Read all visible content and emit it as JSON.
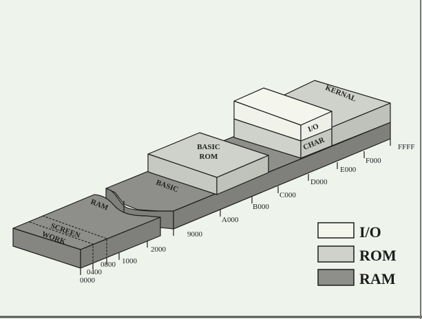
{
  "colors": {
    "io": "#f4f6ee",
    "rom": "#cfd1cb",
    "ram": "#8e8f8a",
    "background": "#eef3ec"
  },
  "blocks": {
    "ram": "RAM",
    "screen": "SCREEN",
    "work": "WORK",
    "basic": "BASIC",
    "basic_rom_line1": "BASIC",
    "basic_rom_line2": "ROM",
    "kernal": "KERNAL",
    "io": "I/O",
    "char": "CHAR"
  },
  "addresses": [
    "0000",
    "0400",
    "0800",
    "1000",
    "2000",
    "9000",
    "A000",
    "B000",
    "C000",
    "D000",
    "E000",
    "F000",
    "FFFF"
  ],
  "legend": [
    {
      "label": "I/O"
    },
    {
      "label": "ROM"
    },
    {
      "label": "RAM"
    }
  ]
}
